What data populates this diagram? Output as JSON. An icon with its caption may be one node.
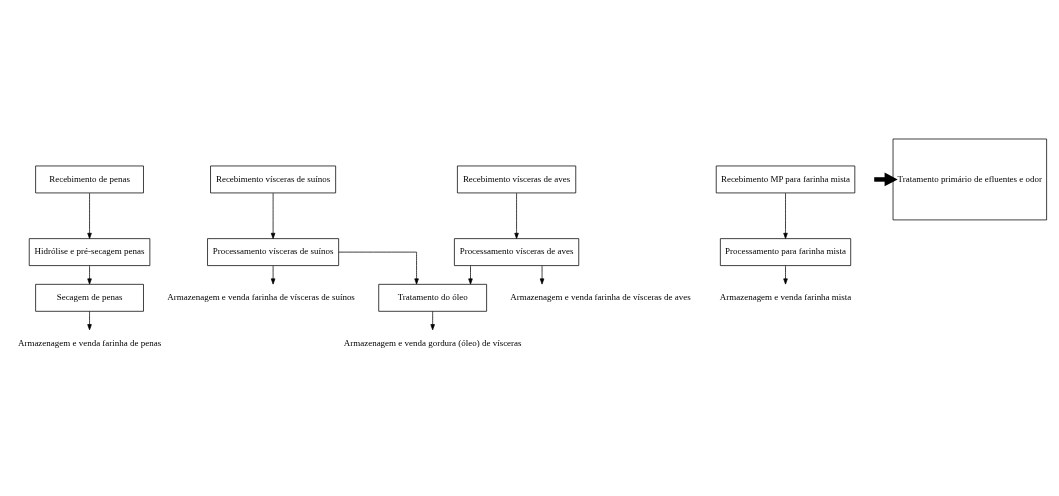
{
  "diagram": {
    "nodes": [
      {
        "text": [
          "Recebimento de penas"
        ]
      },
      {
        "text": [
          "Hidrólise e pré-secagem penas"
        ]
      },
      {
        "text": [
          "Secagem de penas"
        ]
      },
      {
        "text": [
          "Armazenagem e venda farinha de penas"
        ]
      },
      {
        "text": [
          "Recebimento vísceras de suínos"
        ]
      },
      {
        "text": [
          "Processamento vísceras de suínos"
        ]
      },
      {
        "text": [
          "Recebimento vísceras de aves"
        ]
      },
      {
        "text": [
          "Processamento vísceras de aves"
        ]
      },
      {
        "text": [
          "Tratamento do óleo"
        ]
      },
      {
        "text": [
          "Armazenagem e venda gordura (óleo) de vísceras"
        ]
      },
      {
        "text": [
          "Armazenagem e venda farinha de vísceras de suínos"
        ]
      },
      {
        "text": [
          "Armazenagem e venda farinha de vísceras de aves"
        ]
      },
      {
        "text": [
          "Recebimento MP para farinha mista"
        ]
      },
      {
        "text": [
          "Processamento para farinha mista"
        ]
      },
      {
        "text": [
          "Armazenagem e venda farinha mista"
        ]
      },
      {
        "text": [
          "Tratamento primário de efluentes e odor"
        ]
      }
    ],
    "edges": [
      {
        "from": 0,
        "to": 1,
        "arrow": "to"
      },
      {
        "from": 1,
        "to": 2,
        "arrow": "to"
      },
      {
        "from": 2,
        "to": 3,
        "arrow": "to"
      },
      {
        "from": 4,
        "to": 5,
        "arrow": "to"
      },
      {
        "from": 6,
        "to": 7,
        "arrow": "to"
      },
      {
        "from": 5,
        "to": 8,
        "arrow": "to"
      },
      {
        "from": 7,
        "to": 8,
        "arrow": "to"
      },
      {
        "from": 8,
        "to": 9,
        "arrow": "to"
      },
      {
        "from": 5,
        "to": 10,
        "arrow": "to"
      },
      {
        "from": 7,
        "to": 11,
        "arrow": "to"
      },
      {
        "from": 12,
        "to": 13,
        "arrow": "to"
      },
      {
        "from": 13,
        "to": 14,
        "arrow": "to"
      },
      {
        "from": null,
        "to": 15,
        "arrow": "to",
        "style": "thick"
      }
    ]
  }
}
